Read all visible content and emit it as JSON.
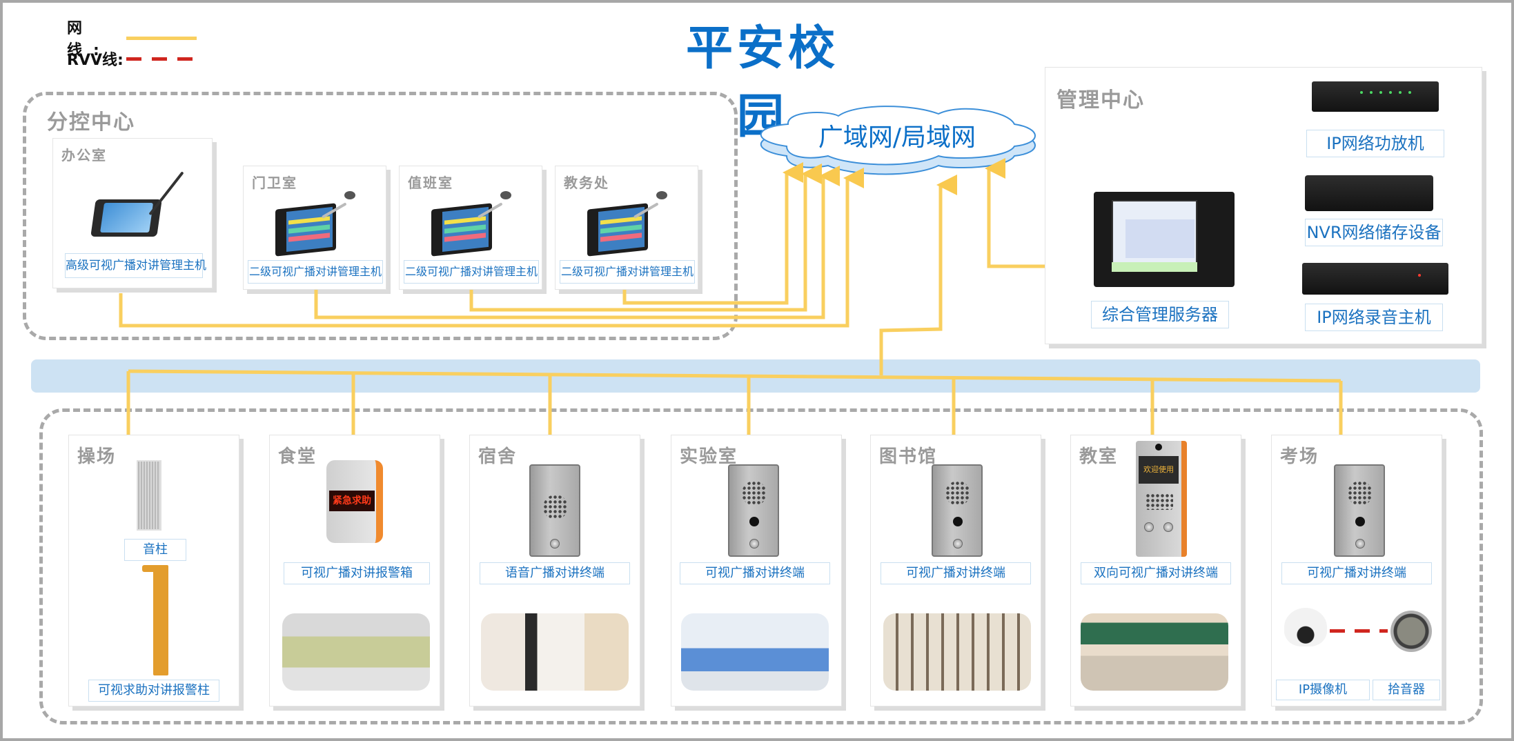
{
  "title": "平安校园",
  "legend": {
    "items": [
      {
        "label": "网 线:",
        "style": "solid",
        "color": "#f9cf5f"
      },
      {
        "label": "RVV线:",
        "style": "dashed",
        "color": "#d0261f"
      }
    ]
  },
  "network": {
    "label": "广域网/局域网"
  },
  "sub_control_center": {
    "title": "分控中心",
    "rooms": [
      {
        "name": "办公室",
        "device": "高级可视广播对讲管理主机"
      },
      {
        "name": "门卫室",
        "device": "二级可视广播对讲管理主机"
      },
      {
        "name": "值班室",
        "device": "二级可视广播对讲管理主机"
      },
      {
        "name": "教务处",
        "device": "二级可视广播对讲管理主机"
      }
    ]
  },
  "management_center": {
    "title": "管理中心",
    "devices": [
      {
        "name": "综合管理服务器"
      },
      {
        "name": "IP网络功放机"
      },
      {
        "name": "NVR网络储存设备"
      },
      {
        "name": "IP网络录音主机"
      }
    ]
  },
  "zones": [
    {
      "name": "操场",
      "devices": [
        "音柱",
        "可视求助对讲报警柱"
      ]
    },
    {
      "name": "食堂",
      "devices": [
        "可视广播对讲报警箱"
      ],
      "device_screen_text": "紧急求助",
      "photo": "canteen"
    },
    {
      "name": "宿舍",
      "devices": [
        "语音广播对讲终端"
      ],
      "photo": "dormitory"
    },
    {
      "name": "实验室",
      "devices": [
        "可视广播对讲终端"
      ],
      "photo": "laboratory"
    },
    {
      "name": "图书馆",
      "devices": [
        "可视广播对讲终端"
      ],
      "photo": "library"
    },
    {
      "name": "教室",
      "devices": [
        "双向可视广播对讲终端"
      ],
      "device_screen_text": "欢迎使用",
      "photo": "classroom"
    },
    {
      "name": "考场",
      "devices": [
        "可视广播对讲终端",
        "IP摄像机",
        "拾音器"
      ]
    }
  ],
  "colors": {
    "title": "#0b6fc8",
    "network_cable": "#f9cf5f",
    "rvv_cable": "#d0261f",
    "bus_band": "#cde2f3",
    "label_text": "#1b72c0",
    "group_title": "#9a9a9a"
  }
}
